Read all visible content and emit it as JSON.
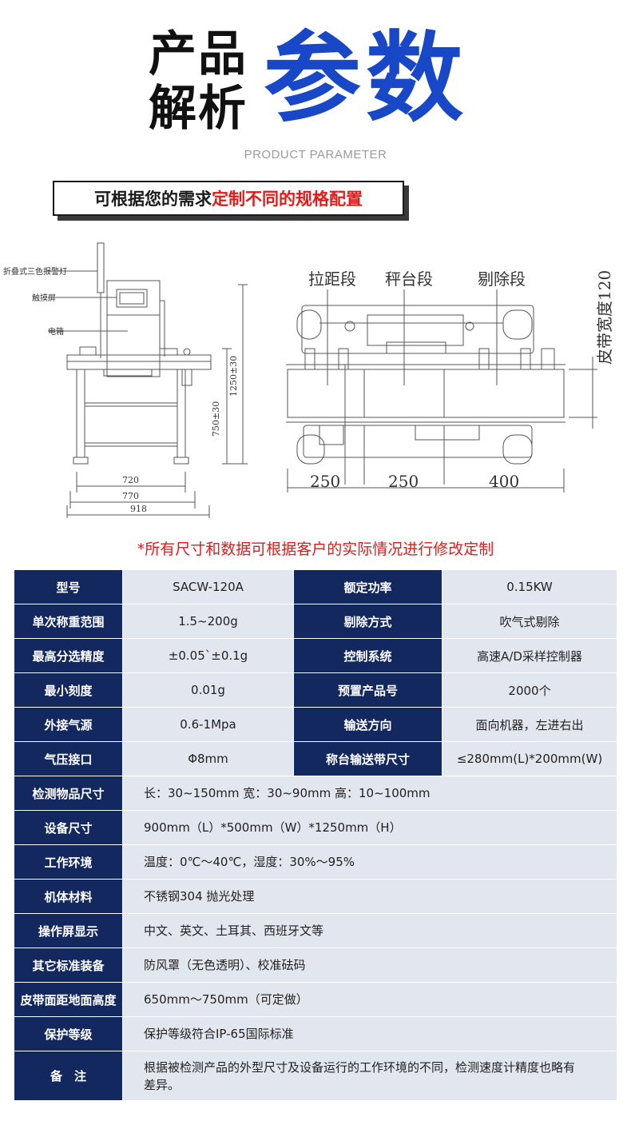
{
  "header": {
    "small_line1": "产品",
    "small_line2": "解析",
    "big": "参数",
    "english": "PRODUCT PARAMETER"
  },
  "banner": {
    "black": "可根据您的需求",
    "red": "定制不同的规格配置"
  },
  "drawing": {
    "left": {
      "label_lamp": "折叠式三色报警灯",
      "label_screen": "触摸屏",
      "label_cabinet": "电箱",
      "dim_720": "720",
      "dim_770": "770",
      "dim_918": "918",
      "dim_750": "750±30",
      "dim_1250": "1250±30"
    },
    "right": {
      "label_pull": "拉距段",
      "label_weigh": "秤台段",
      "label_reject": "剔除段",
      "label_belt": "皮带宽度120",
      "dim_a": "250",
      "dim_b": "250",
      "dim_c": "400"
    }
  },
  "note": "*所有尺寸和数据可根据客户的实际情况进行修改定制",
  "colors": {
    "accent_blue": "#1848c7",
    "header_cell": "#13285f",
    "value_cell": "#e2e6ee",
    "red": "#e21a1a"
  },
  "specs_pairs": [
    {
      "k1": "型号",
      "v1": "SACW-120A",
      "k2": "额定功率",
      "v2": "0.15KW"
    },
    {
      "k1": "单次称重范围",
      "v1": "1.5~200g",
      "k2": "剔除方式",
      "v2": "吹气式剔除"
    },
    {
      "k1": "最高分选精度",
      "v1": "±0.05`±0.1g",
      "k2": "控制系统",
      "v2": "高速A/D采样控制器"
    },
    {
      "k1": "最小刻度",
      "v1": "0.01g",
      "k2": "预置产品号",
      "v2": "2000个"
    },
    {
      "k1": "外接气源",
      "v1": "0.6-1Mpa",
      "k2": "输送方向",
      "v2": "面向机器，左进右出"
    },
    {
      "k1": "气压接口",
      "v1": "Φ8mm",
      "k2": "称台输送带尺寸",
      "v2": "≤280mm(L)*200mm(W)"
    }
  ],
  "specs_wide": [
    {
      "k": "检测物品尺寸",
      "v": "长：30~150mm 宽：30~90mm 高：10~100mm"
    },
    {
      "k": "设备尺寸",
      "v": "900mm（L）*500mm（W）*1250mm（H）"
    },
    {
      "k": "工作环境",
      "v": "温度：0℃～40℃，湿度：30%～95%"
    },
    {
      "k": "机体材料",
      "v": "不锈钢304 抛光处理"
    },
    {
      "k": "操作屏显示",
      "v": "中文、英文、土耳其、西班牙文等"
    },
    {
      "k": "其它标准装备",
      "v": "防风罩（无色透明）、校准砝码"
    },
    {
      "k": "皮带面距地面高度",
      "v": "650mm～750mm（可定做）"
    },
    {
      "k": "保护等级",
      "v": "保护等级符合IP-65国际标准"
    },
    {
      "k": "备　注",
      "v": "根据被检测产品的外型尺寸及设备运行的工作环境的不同，检测速度计精度也略有差异。"
    }
  ]
}
